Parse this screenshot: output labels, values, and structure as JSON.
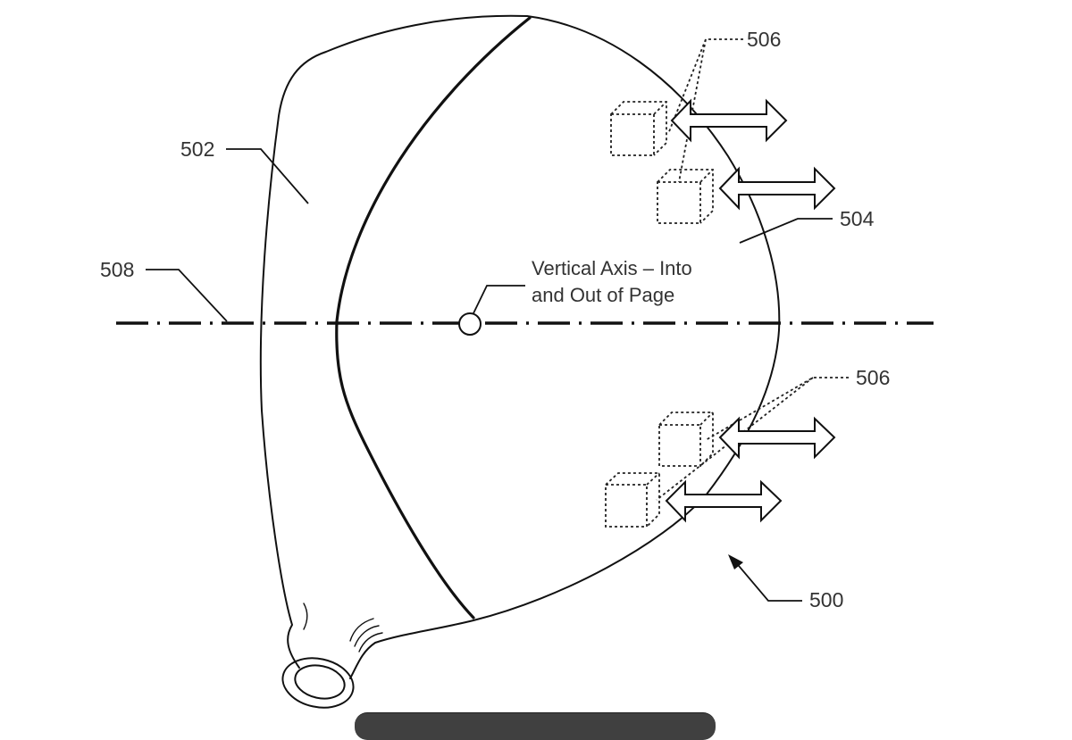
{
  "figure": {
    "type": "patent drawing",
    "subject": "golf club head with movable weights (top view)",
    "labels": {
      "head": "500",
      "body": "502",
      "face": "504",
      "weights_upper": "506",
      "weights_lower": "506",
      "axis": "508"
    },
    "axis_note": {
      "line1": "Vertical Axis – Into",
      "line2": "and Out of Page"
    },
    "weights_count": 4,
    "arrow_style": "double-headed hollow arrow"
  },
  "colors": {
    "line": "#111111",
    "text": "#333333",
    "background": "#ffffff",
    "bottom_bar": "#404040"
  }
}
